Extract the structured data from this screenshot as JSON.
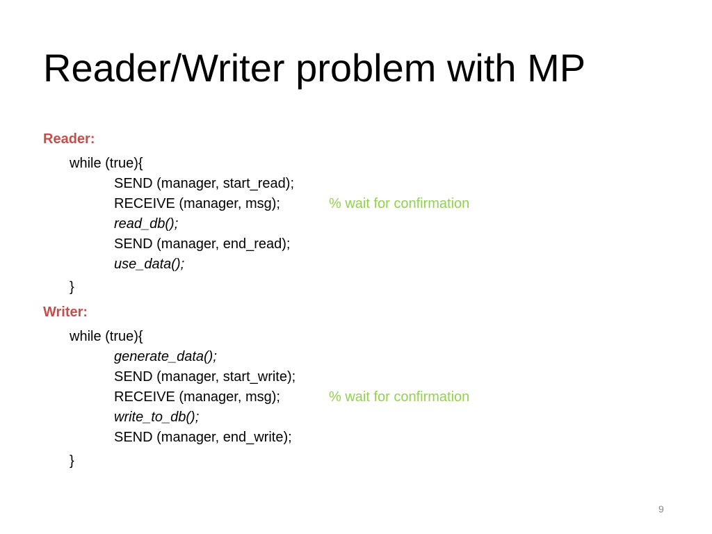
{
  "slide": {
    "title": "Reader/Writer problem with MP",
    "page_number": "9",
    "colors": {
      "label": "#c0504d",
      "comment": "#92d050",
      "page_number": "#8a8a8a",
      "text": "#000000"
    },
    "reader": {
      "label": "Reader:",
      "loop_open": "while (true){",
      "lines": [
        "SEND (manager, start_read);",
        "RECEIVE (manager, msg);",
        "read_db();",
        "SEND (manager, end_read);",
        "use_data();"
      ],
      "comment": "% wait for confirmation",
      "loop_close": "}"
    },
    "writer": {
      "label": "Writer:",
      "loop_open": "while (true){",
      "lines": [
        "generate_data();",
        "SEND (manager, start_write);",
        "RECEIVE (manager, msg);",
        "write_to_db();",
        "SEND (manager, end_write);"
      ],
      "comment": "% wait for confirmation",
      "loop_close": "}"
    }
  }
}
